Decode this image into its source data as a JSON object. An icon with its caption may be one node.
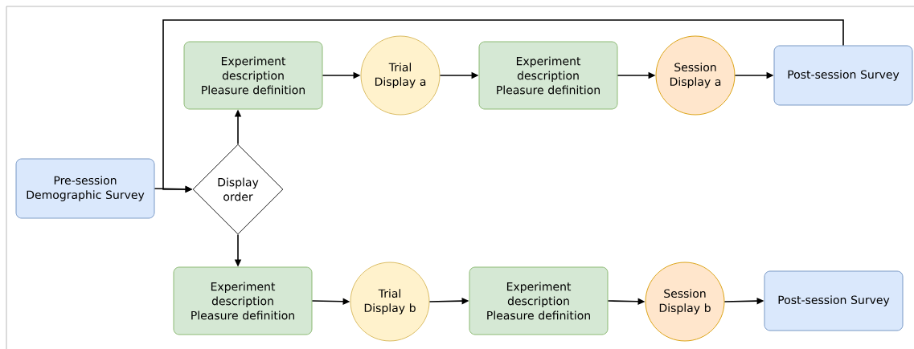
{
  "diagram": {
    "nodes": [
      {
        "text": [
          "Pre-session Demographic Survey"
        ]
      },
      {
        "text": [
          "Display order"
        ]
      },
      {
        "text": [
          "Experiment description Pleasure definition"
        ]
      },
      {
        "text": [
          "Trial Display a"
        ]
      },
      {
        "text": [
          "Experiment description Pleasure definition"
        ]
      },
      {
        "text": [
          "Session Display a"
        ]
      },
      {
        "text": [
          "Post-session Survey"
        ]
      },
      {
        "text": [
          "Experiment description Pleasure definition"
        ]
      },
      {
        "text": [
          "Trial Display b"
        ]
      },
      {
        "text": [
          "Experiment description Pleasure definition"
        ]
      },
      {
        "text": [
          "Session Display b"
        ]
      },
      {
        "text": [
          "Post-session Survey"
        ]
      }
    ],
    "edges": [
      {
        "from": 0,
        "to": 1,
        "arrow": "to"
      },
      {
        "from": 1,
        "to": 2,
        "arrow": "to"
      },
      {
        "from": 1,
        "to": 7,
        "arrow": "to"
      },
      {
        "from": 2,
        "to": 3,
        "arrow": "to"
      },
      {
        "from": 3,
        "to": 4,
        "arrow": "to"
      },
      {
        "from": 4,
        "to": 5,
        "arrow": "to"
      },
      {
        "from": 5,
        "to": 6,
        "arrow": "to"
      },
      {
        "from": 6,
        "to": 1,
        "arrow": "to"
      },
      {
        "from": 7,
        "to": 8,
        "arrow": "to"
      },
      {
        "from": 8,
        "to": 9,
        "arrow": "to"
      },
      {
        "from": 9,
        "to": 10,
        "arrow": "to"
      },
      {
        "from": 10,
        "to": 11,
        "arrow": "to"
      }
    ]
  }
}
